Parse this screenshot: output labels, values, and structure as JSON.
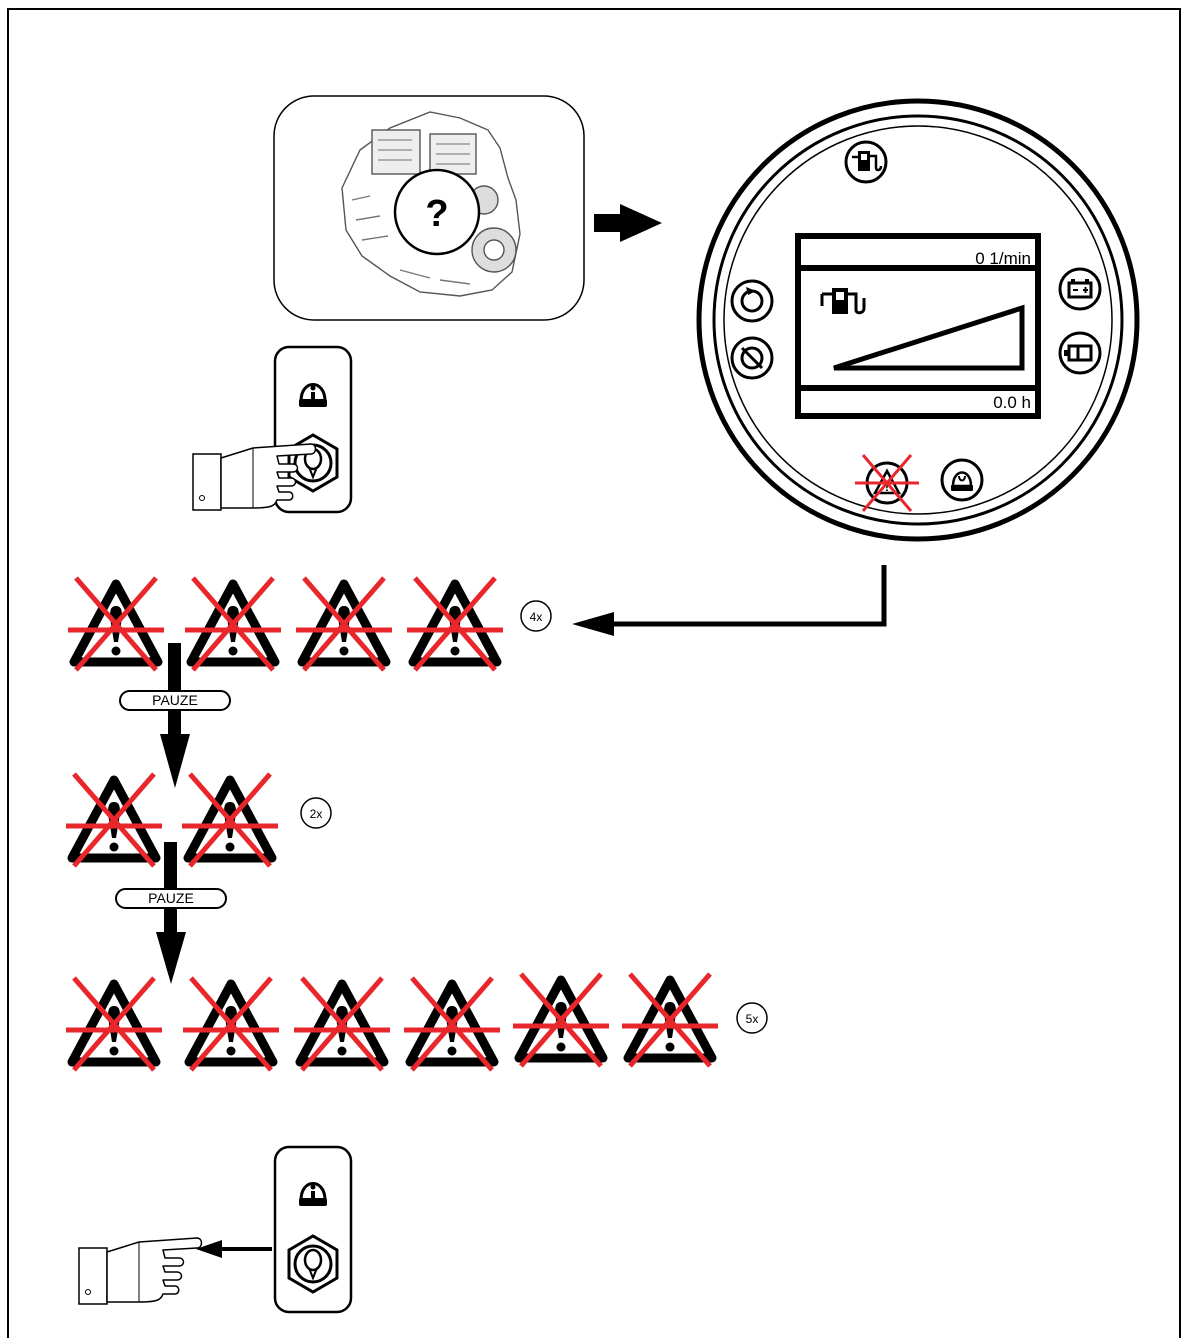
{
  "engine_panel": {
    "unknown_symbol": "?"
  },
  "gauge": {
    "rpm_readout": "0 1/min",
    "hours_readout": "0.0 h",
    "icons": [
      "fuel-pump-icon",
      "battery-icon",
      "alternator-icon",
      "rotation-icon",
      "engine-off-icon",
      "warning-icon-crossed",
      "oil-pressure-icon"
    ]
  },
  "blink_sequence": {
    "group1": {
      "count_label": "4x",
      "warnings": 4
    },
    "pause1_label": "PAUZE",
    "group2": {
      "count_label": "2x",
      "warnings": 2
    },
    "pause2_label": "PAUZE",
    "group3": {
      "count_label": "5x",
      "warnings": 6
    }
  },
  "colors": {
    "cross": "#e8262b",
    "ink": "#000000"
  }
}
